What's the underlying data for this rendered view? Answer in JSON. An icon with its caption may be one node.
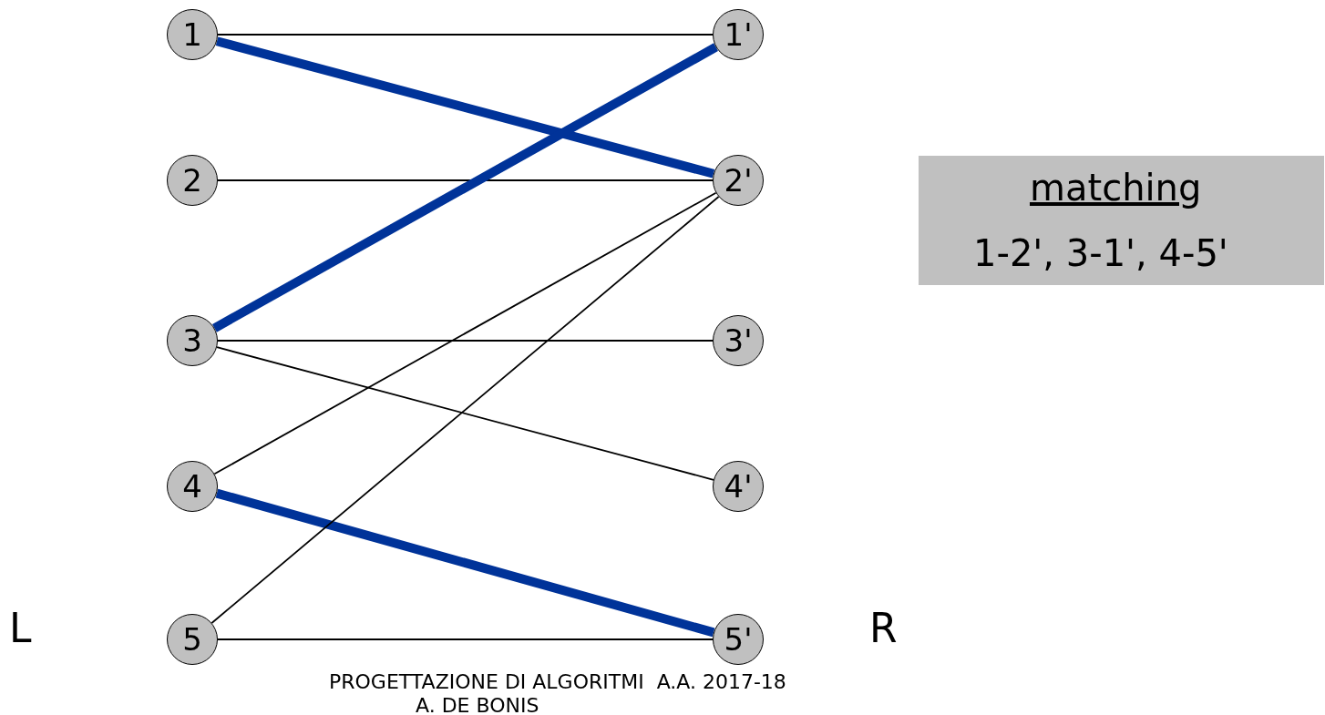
{
  "diagram": {
    "nodes": [
      {
        "text": [
          "1"
        ]
      },
      {
        "text": [
          "2"
        ]
      },
      {
        "text": [
          "3"
        ]
      },
      {
        "text": [
          "4"
        ]
      },
      {
        "text": [
          "5"
        ]
      },
      {
        "text": [
          "1'"
        ]
      },
      {
        "text": [
          "2'"
        ]
      },
      {
        "text": [
          "3'"
        ]
      },
      {
        "text": [
          "4'"
        ]
      },
      {
        "text": [
          "5'"
        ]
      },
      {
        "text": [
          "matching",
          "1-2', 3-1', 4-5'"
        ]
      }
    ],
    "edges": [
      {
        "from": 0,
        "to": 5,
        "arrow": "none"
      },
      {
        "from": 0,
        "to": 6,
        "arrow": "none",
        "style": "thick",
        "color": "#003399"
      },
      {
        "from": 1,
        "to": 6,
        "arrow": "none"
      },
      {
        "from": 2,
        "to": 5,
        "arrow": "none",
        "style": "thick",
        "color": "#003399"
      },
      {
        "from": 2,
        "to": 7,
        "arrow": "none"
      },
      {
        "from": 2,
        "to": 8,
        "arrow": "none"
      },
      {
        "from": 3,
        "to": 6,
        "arrow": "none"
      },
      {
        "from": 3,
        "to": 9,
        "arrow": "none",
        "style": "thick",
        "color": "#003399"
      },
      {
        "from": 4,
        "to": 6,
        "arrow": "none"
      },
      {
        "from": 4,
        "to": 9,
        "arrow": "none"
      }
    ],
    "labels": [
      "L",
      "R",
      "PROGETTAZIONE DI ALGORITMI  A.A. 2017-18",
      "A. DE BONIS"
    ]
  }
}
